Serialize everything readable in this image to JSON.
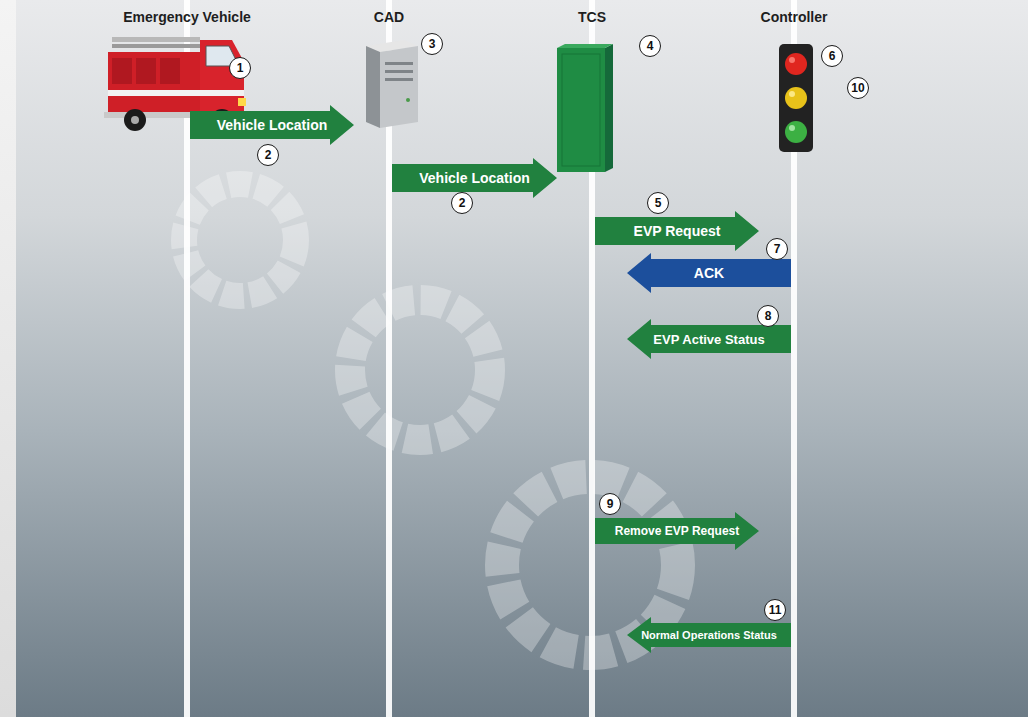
{
  "diagram": {
    "nodes": [
      {
        "text": [
          "Emergency Vehicle"
        ]
      },
      {
        "text": [
          "CAD"
        ]
      },
      {
        "text": [
          "TCS"
        ]
      },
      {
        "text": [
          "Controller"
        ]
      }
    ],
    "edges": [
      {
        "from": 0,
        "to": 1,
        "arrow": "to",
        "label": "Vehicle Location"
      },
      {
        "from": 1,
        "to": 2,
        "arrow": "to",
        "label": "Vehicle Location"
      },
      {
        "from": 2,
        "to": 3,
        "arrow": "to",
        "label": "EVP Request"
      },
      {
        "from": 3,
        "to": 2,
        "arrow": "to",
        "label": "ACK"
      },
      {
        "from": 3,
        "to": 2,
        "arrow": "to",
        "label": "EVP Active Status"
      },
      {
        "from": 2,
        "to": 3,
        "arrow": "to",
        "label": "Remove EVP Request"
      },
      {
        "from": 3,
        "to": 2,
        "arrow": "to",
        "label": "Normal Operations Status"
      }
    ],
    "labels": [
      "1",
      "3",
      "4",
      "6",
      "10",
      "2",
      "2",
      "5",
      "7",
      "8",
      "9",
      "11"
    ]
  }
}
